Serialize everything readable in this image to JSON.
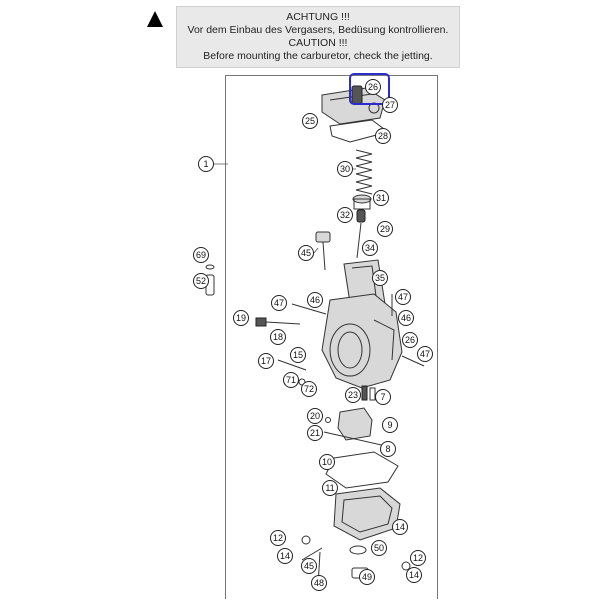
{
  "notice": {
    "line1": "ACHTUNG !!!",
    "line2": "Vor dem Einbau des Vergasers, Bedüsung kontrollieren.",
    "line3": "CAUTION !!!",
    "line4": "Before mounting the carburetor, check the jetting."
  },
  "highlight_color": "#2b2bd0",
  "callouts": [
    "26",
    "27",
    "25",
    "28",
    "1",
    "30",
    "31",
    "32",
    "29",
    "34",
    "69",
    "52",
    "45",
    "35",
    "47",
    "46",
    "47",
    "19",
    "46",
    "18",
    "26",
    "47",
    "15",
    "17",
    "71",
    "72",
    "23",
    "7",
    "20",
    "9",
    "21",
    "8",
    "10",
    "11",
    "12",
    "14",
    "14",
    "50",
    "12",
    "45",
    "48",
    "49",
    "14"
  ]
}
